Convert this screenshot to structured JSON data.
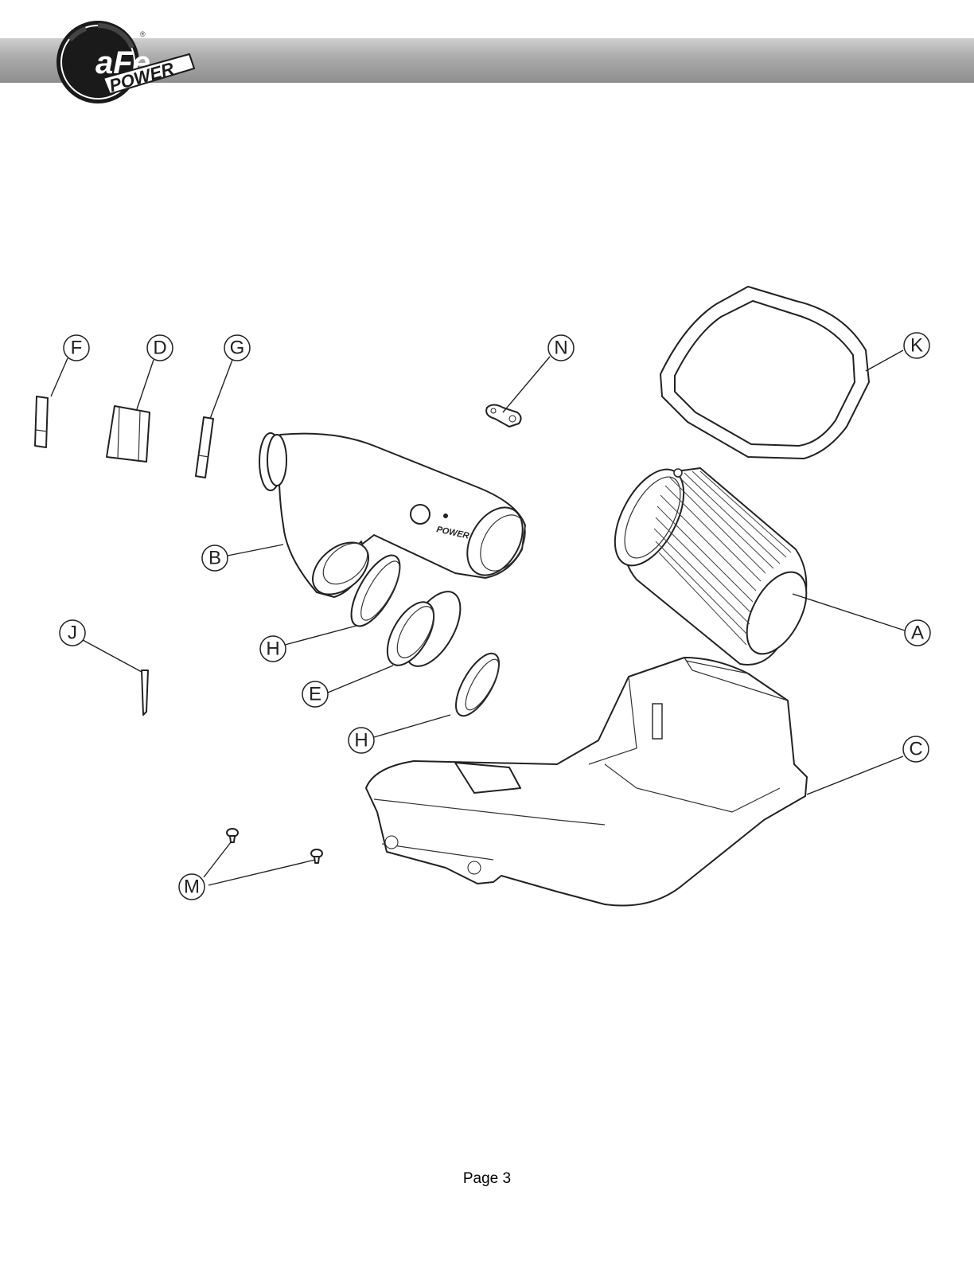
{
  "header": {
    "brand_logo": "aFe POWER",
    "bar_color": "#9c9c9c"
  },
  "parts": {
    "A": "A",
    "B": "B",
    "C": "C",
    "D": "D",
    "E": "E",
    "F": "F",
    "G": "G",
    "H1": "H",
    "H2": "H",
    "J": "J",
    "K": "K",
    "M": "M",
    "N": "N"
  },
  "footer": {
    "page_label": "Page 3"
  }
}
